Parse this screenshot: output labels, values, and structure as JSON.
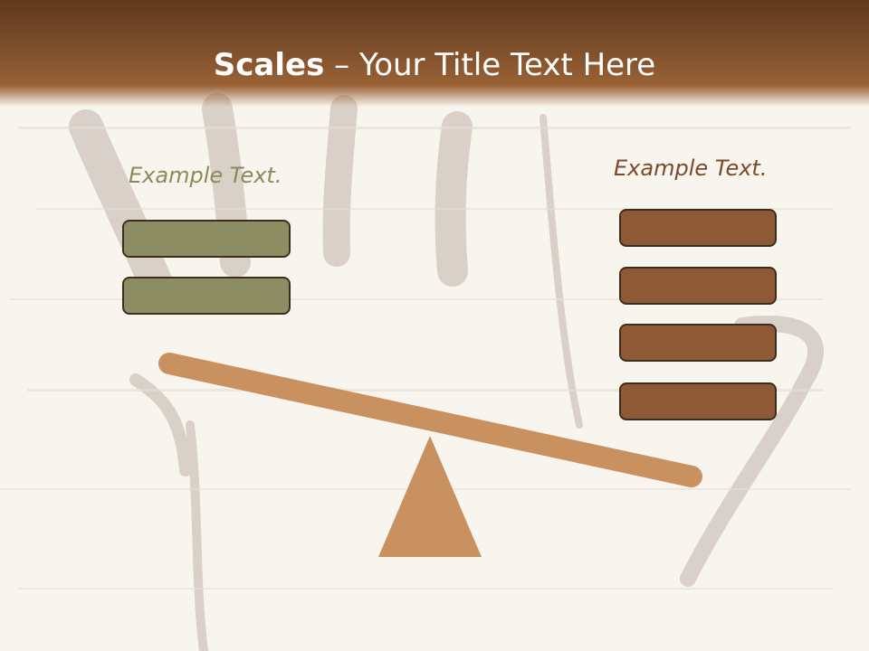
{
  "slide": {
    "title_bold": "Scales",
    "title_rest": " – Your Title Text Here",
    "left_label": "Example Text.",
    "right_label": "Example Text."
  },
  "left_boxes": 2,
  "right_boxes": 4,
  "colors": {
    "header": "#7d4e2a",
    "left_box": "#8c8d63",
    "right_box": "#8e5a35",
    "beam": "#c9915f",
    "background": "#f8f4ee"
  }
}
